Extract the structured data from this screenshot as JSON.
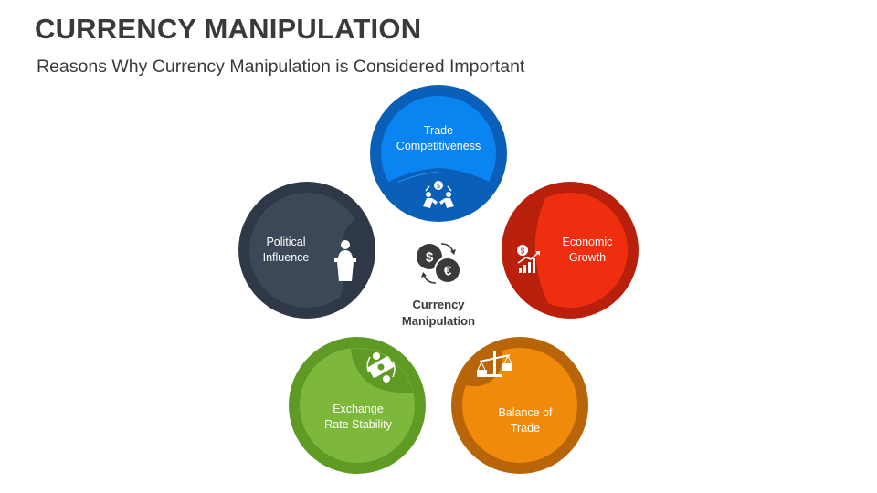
{
  "slide": {
    "title": "CURRENCY MANIPULATION",
    "subtitle": "Reasons Why Currency Manipulation is Considered Important"
  },
  "center": {
    "label_line1": "Currency",
    "label_line2": "Manipulation",
    "icon": "currency-exchange-icon"
  },
  "nodes": [
    {
      "id": "trade",
      "line1": "Trade",
      "line2": "Competitiveness",
      "color": "#0a84f0",
      "icon": "trade-handshake-icon"
    },
    {
      "id": "growth",
      "line1": "Economic",
      "line2": "Growth",
      "color": "#ef2e10",
      "icon": "growth-chart-icon"
    },
    {
      "id": "balance",
      "line1": "Balance of",
      "line2": "Trade",
      "color": "#f08a0a",
      "icon": "balance-scale-icon"
    },
    {
      "id": "exchange",
      "line1": "Exchange",
      "line2": "Rate Stability",
      "color": "#7db73b",
      "icon": "exchange-cycle-icon"
    },
    {
      "id": "political",
      "line1": "Political",
      "line2": "Influence",
      "color": "#3c4858",
      "icon": "podium-speaker-icon"
    }
  ]
}
